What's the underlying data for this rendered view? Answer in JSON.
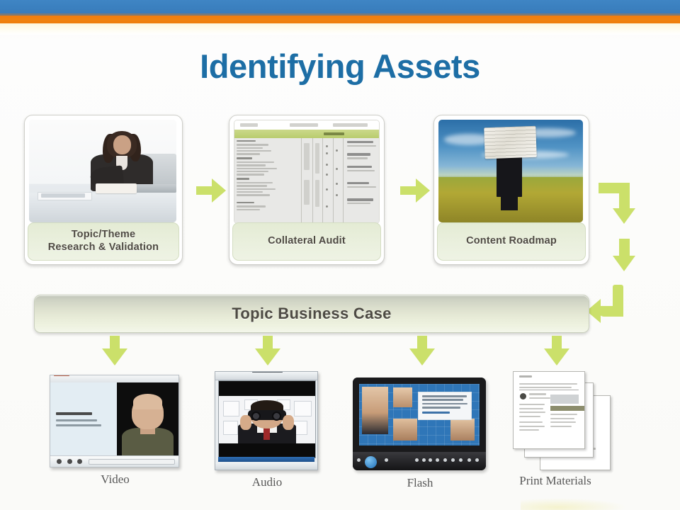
{
  "slide": {
    "title": "Identifying Assets",
    "title_color": "#1d6ea5",
    "banner": {
      "blue": "#3b80bf",
      "gray": "#7a7a78",
      "orange": "#f07c10",
      "cream": "#fdf6dd"
    },
    "background": "#fbfbf8"
  },
  "arrow_color": "#cbe06a",
  "process": {
    "cards": [
      {
        "label": "Topic/Theme\nResearch & Validation",
        "label_line1": "Topic/Theme",
        "label_line2": "Research & Validation",
        "image_name": "businesswoman-at-desk-photo"
      },
      {
        "label": "Collateral Audit",
        "label_line1": "Collateral Audit",
        "label_line2": "",
        "image_name": "spreadsheet-audit-screenshot"
      },
      {
        "label": "Content Roadmap",
        "label_line1": "Content Roadmap",
        "label_line2": "",
        "image_name": "man-with-map-in-field-photo"
      }
    ],
    "flow_arrows": [
      "arrow-card1-to-card2",
      "arrow-card2-to-card3",
      "arrow-card3-loop-down",
      "arrow-loop-middle",
      "arrow-loop-to-business-case"
    ]
  },
  "business_case": {
    "label": "Topic Business Case",
    "text_color": "#4d4a43",
    "fill_top": "#c2c6b9",
    "fill_bottom": "#f3f6ea"
  },
  "outputs": {
    "items": [
      {
        "caption": "Video",
        "thumb_name": "video-player-thumbnail"
      },
      {
        "caption": "Audio",
        "thumb_name": "windows-media-player-thumbnail"
      },
      {
        "caption": "Flash",
        "thumb_name": "flash-player-thumbnail"
      },
      {
        "caption": "Print Materials",
        "thumb_name": "print-documents-thumbnail"
      }
    ],
    "caption_color": "#585858"
  }
}
